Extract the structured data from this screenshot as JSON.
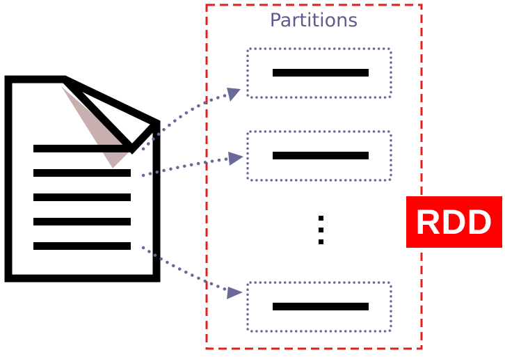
{
  "diagram": {
    "partitions_label": "Partitions",
    "rdd_label": "RDD",
    "ellipsis": "⋮"
  },
  "colors": {
    "rdd_border": "#e02020",
    "rdd_badge": "#ff0000",
    "partition_border": "#6a6a9a",
    "arrow": "#6a6a9a",
    "document": "#000000",
    "document_fold_shadow": "#c8b0b0",
    "title_text": "#5d5d8f"
  },
  "icons": {
    "document": "document-icon",
    "arrow": "dotted-arrow"
  }
}
